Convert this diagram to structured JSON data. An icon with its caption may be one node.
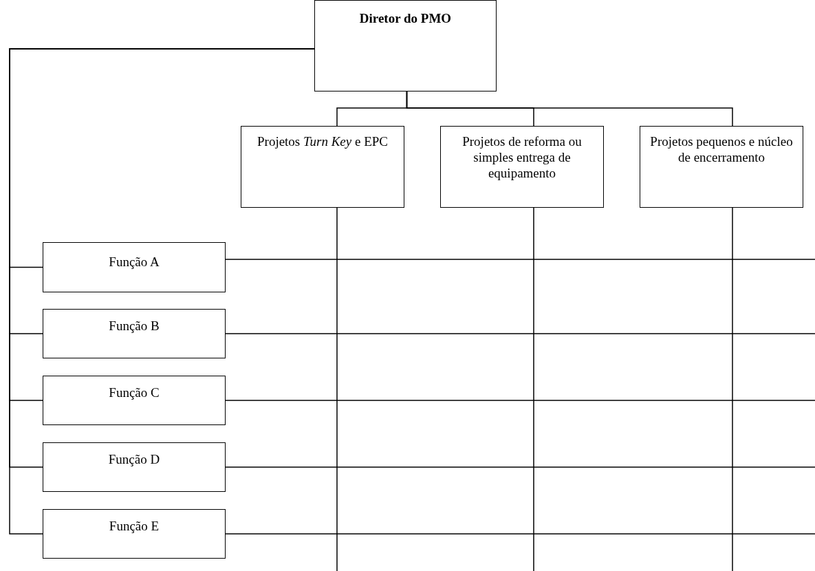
{
  "diagram": {
    "nodes": [
      {
        "text": [
          "Diretor do PMO"
        ]
      },
      {
        "text": [
          "Projetos *Turn Key* e EPC"
        ]
      },
      {
        "text": [
          "Projetos de reforma ou simples entrega de equipamento"
        ]
      },
      {
        "text": [
          "Projetos pequenos e núcleo de encerramento"
        ]
      },
      {
        "text": [
          "Função A"
        ]
      },
      {
        "text": [
          "Função B"
        ]
      },
      {
        "text": [
          "Função C"
        ]
      },
      {
        "text": [
          "Função D"
        ]
      },
      {
        "text": [
          "Função E"
        ]
      }
    ],
    "edges": [
      {
        "from": 0,
        "to": 1,
        "arrow": "none"
      },
      {
        "from": 0,
        "to": 2,
        "arrow": "none"
      },
      {
        "from": 0,
        "to": 3,
        "arrow": "none"
      },
      {
        "from": 0,
        "to": 4,
        "arrow": "none"
      },
      {
        "from": 0,
        "to": 5,
        "arrow": "none"
      },
      {
        "from": 0,
        "to": 6,
        "arrow": "none"
      },
      {
        "from": 0,
        "to": 7,
        "arrow": "none"
      },
      {
        "from": 0,
        "to": 8,
        "arrow": "none"
      },
      {
        "from": 4,
        "to": null,
        "arrow": "none"
      },
      {
        "from": 5,
        "to": null,
        "arrow": "none"
      },
      {
        "from": 6,
        "to": null,
        "arrow": "none"
      },
      {
        "from": 7,
        "to": null,
        "arrow": "none"
      },
      {
        "from": 8,
        "to": null,
        "arrow": "none"
      },
      {
        "from": 1,
        "to": null,
        "arrow": "none"
      },
      {
        "from": 2,
        "to": null,
        "arrow": "none"
      },
      {
        "from": 3,
        "to": null,
        "arrow": "none"
      }
    ]
  }
}
